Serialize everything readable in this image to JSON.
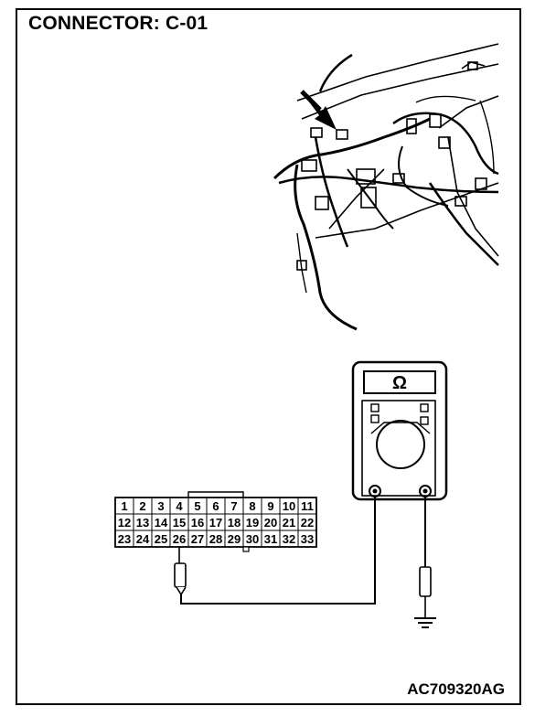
{
  "header": {
    "title": "CONNECTOR: C-01"
  },
  "meter": {
    "unit_symbol": "Ω"
  },
  "connector": {
    "rows": [
      [
        "1",
        "2",
        "3",
        "4",
        "5",
        "6",
        "7",
        "8",
        "9",
        "10",
        "11"
      ],
      [
        "12",
        "13",
        "14",
        "15",
        "16",
        "17",
        "18",
        "19",
        "20",
        "21",
        "22"
      ],
      [
        "23",
        "24",
        "25",
        "26",
        "27",
        "28",
        "29",
        "30",
        "31",
        "32",
        "33"
      ]
    ],
    "probed_pin": "26"
  },
  "footer": {
    "figure_code": "AC709320AG"
  }
}
